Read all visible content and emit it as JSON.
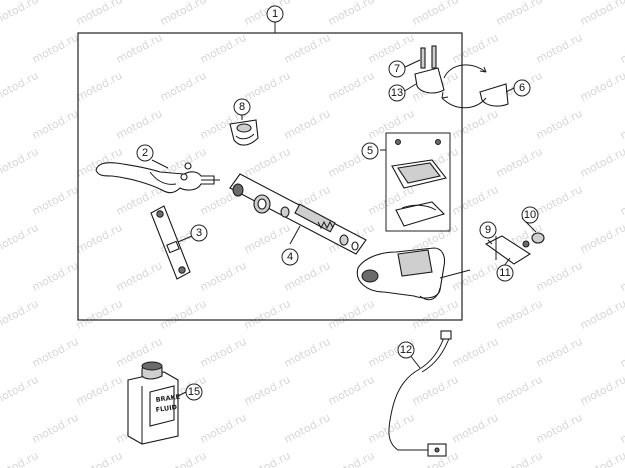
{
  "watermark": "motod.ru",
  "callouts": [
    {
      "id": "c1",
      "num": "1"
    },
    {
      "id": "c2",
      "num": "2"
    },
    {
      "id": "c3",
      "num": "3"
    },
    {
      "id": "c4",
      "num": "4"
    },
    {
      "id": "c5",
      "num": "5"
    },
    {
      "id": "c6",
      "num": "6"
    },
    {
      "id": "c7",
      "num": "7"
    },
    {
      "id": "c8",
      "num": "8"
    },
    {
      "id": "c9",
      "num": "9"
    },
    {
      "id": "c10",
      "num": "10"
    },
    {
      "id": "c11",
      "num": "11"
    },
    {
      "id": "c12",
      "num": "12"
    },
    {
      "id": "c13",
      "num": "13"
    },
    {
      "id": "c15",
      "num": "15"
    }
  ],
  "bottle_label": [
    "BRAKE",
    "FLUID"
  ]
}
